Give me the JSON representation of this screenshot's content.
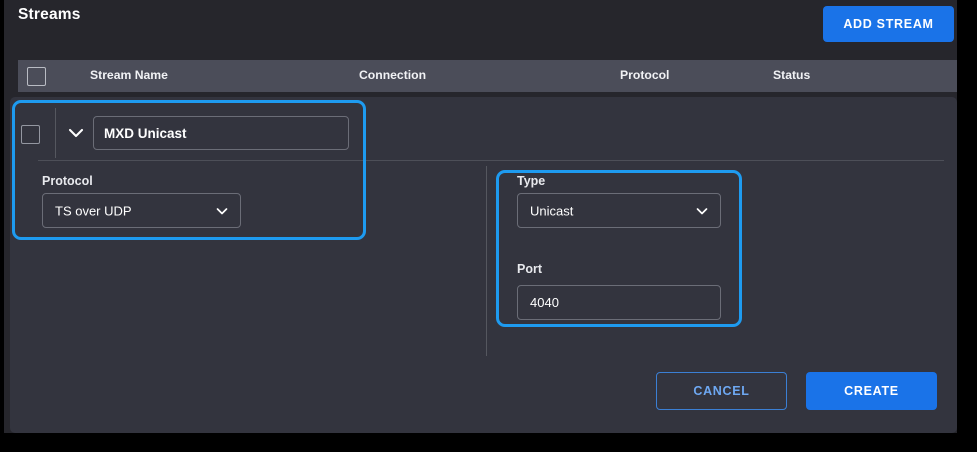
{
  "header": {
    "title": "Streams",
    "add_stream_label": "ADD STREAM"
  },
  "table": {
    "columns": [
      {
        "label": "Stream Name"
      },
      {
        "label": "Connection"
      },
      {
        "label": "Protocol"
      },
      {
        "label": "Status"
      }
    ]
  },
  "stream_row": {
    "name_value": "MXD Unicast",
    "name_placeholder": "Stream Name",
    "chevron": "chevron-down-icon"
  },
  "form": {
    "protocol": {
      "label": "Protocol",
      "value": "TS over UDP"
    },
    "type": {
      "label": "Type",
      "value": "Unicast"
    },
    "port": {
      "label": "Port",
      "value": "4040",
      "placeholder": "Port"
    }
  },
  "footer": {
    "cancel_label": "CANCEL",
    "create_label": "CREATE"
  },
  "colors": {
    "accent_blue": "#1a73e8",
    "highlight_blue": "#1e9bf0",
    "card_bg": "#33343e",
    "app_bg": "#26262c",
    "table_header_bg": "#4b4d59"
  }
}
